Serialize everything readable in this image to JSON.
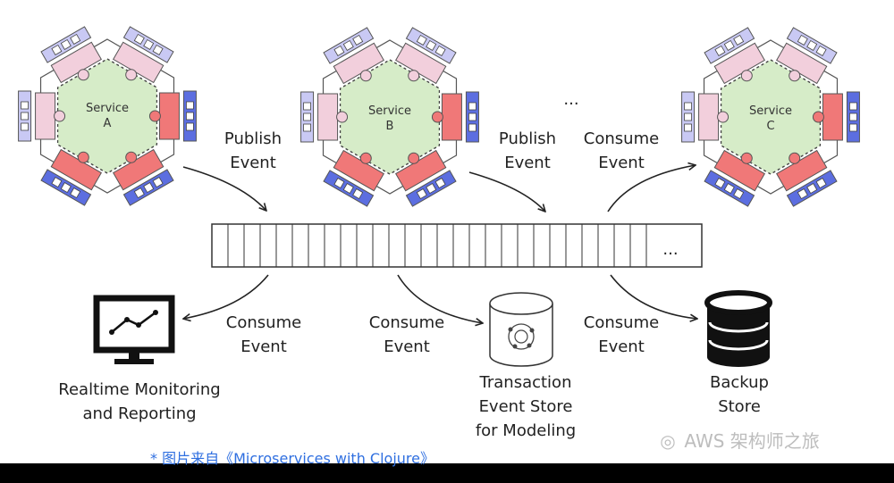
{
  "services": [
    {
      "label_1": "Service",
      "label_2": "A"
    },
    {
      "label_1": "Service",
      "label_2": "B"
    },
    {
      "label_1": "Service",
      "label_2": "C"
    }
  ],
  "ellipsis": "...",
  "publish_a": {
    "line1": "Publish",
    "line2": "Event"
  },
  "publish_b": {
    "line1": "Publish",
    "line2": "Event"
  },
  "consume_c": {
    "line1": "Consume",
    "line2": "Event"
  },
  "consume_monitor": {
    "line1": "Consume",
    "line2": "Event"
  },
  "consume_transaction": {
    "line1": "Consume",
    "line2": "Event"
  },
  "consume_backup": {
    "line1": "Consume",
    "line2": "Event"
  },
  "monitor": {
    "line1": "Realtime Monitoring",
    "line2": "and Reporting"
  },
  "transaction": {
    "line1": "Transaction",
    "line2": "Event Store",
    "line3": "for Modeling"
  },
  "backup": {
    "line1": "Backup",
    "line2": "Store"
  },
  "watermark": "AWS 架构师之旅",
  "caption": "* 图片来自《Microservices with Clojure》"
}
